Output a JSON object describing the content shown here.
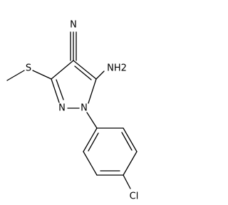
{
  "molecule": {
    "atoms": {
      "nitrile_n": "N",
      "amino": "NH2",
      "sulfur": "S",
      "ring_n2": "N",
      "ring_n1": "N",
      "chlorine": "Cl"
    }
  }
}
